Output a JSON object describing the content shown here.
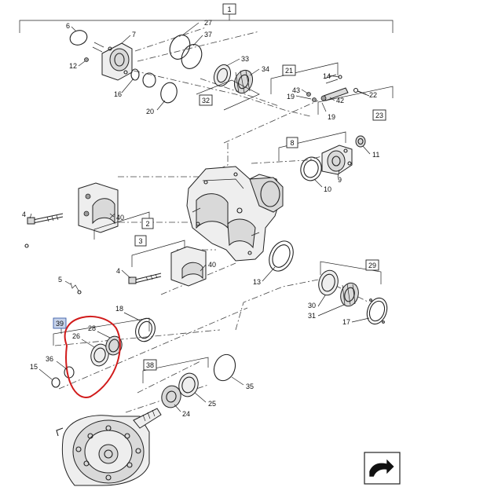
{
  "callouts": {
    "c1": "1",
    "c2": "2",
    "c3": "3",
    "c4a": "4",
    "c4b": "4",
    "c5": "5",
    "c6": "6",
    "c7": "7",
    "c8": "8",
    "c9": "9",
    "c10": "10",
    "c11": "11",
    "c12": "12",
    "c13": "13",
    "c14": "14",
    "c15": "15",
    "c16": "16",
    "c17": "17",
    "c18": "18",
    "c19a": "19",
    "c19b": "19",
    "c20": "20",
    "c21": "21",
    "c22": "22",
    "c23": "23",
    "c24": "24",
    "c25": "25",
    "c26": "26",
    "c27": "27",
    "c28": "28",
    "c29": "29",
    "c30": "30",
    "c31": "31",
    "c32": "32",
    "c33": "33",
    "c34": "34",
    "c35": "35",
    "c36": "36",
    "c37": "37",
    "c38": "38",
    "c39": "39",
    "c40a": "40",
    "c40b": "40",
    "c42": "42",
    "c43": "43"
  },
  "highlight": {
    "callout": "39",
    "ring_color": "#d11a1a"
  }
}
